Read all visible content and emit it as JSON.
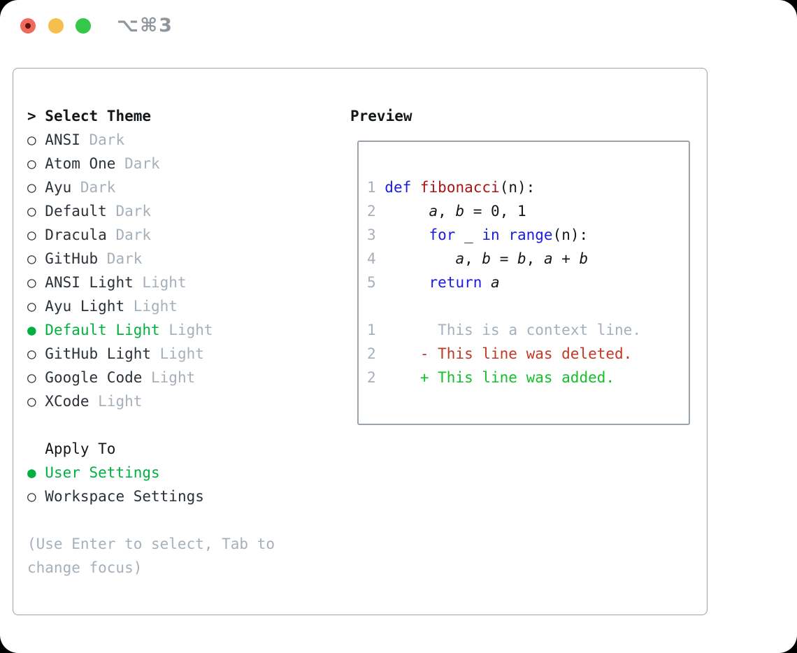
{
  "window": {
    "title": "⌥⌘3"
  },
  "icons": {
    "radio_selected": "●",
    "radio_unselected": "○"
  },
  "colors": {
    "selected_green": "#00b140",
    "added_green": "#13bf2b",
    "deleted_red": "#c23823",
    "keyword_blue": "#1b1be6",
    "function_red": "#a91515",
    "muted_gray": "#a6b0ba",
    "border_gray": "#9aa2ac"
  },
  "theme_list": {
    "heading_prefix": "> ",
    "heading": "Select Theme",
    "items": [
      {
        "name": "ANSI",
        "variant": "Dark",
        "selected": false
      },
      {
        "name": "Atom One",
        "variant": "Dark",
        "selected": false
      },
      {
        "name": "Ayu",
        "variant": "Dark",
        "selected": false
      },
      {
        "name": "Default",
        "variant": "Dark",
        "selected": false
      },
      {
        "name": "Dracula",
        "variant": "Dark",
        "selected": false
      },
      {
        "name": "GitHub",
        "variant": "Dark",
        "selected": false
      },
      {
        "name": "ANSI Light",
        "variant": "Light",
        "selected": false
      },
      {
        "name": "Ayu Light",
        "variant": "Light",
        "selected": false
      },
      {
        "name": "Default Light",
        "variant": "Light",
        "selected": true
      },
      {
        "name": "GitHub Light",
        "variant": "Light",
        "selected": false
      },
      {
        "name": "Google Code",
        "variant": "Light",
        "selected": false
      },
      {
        "name": "XCode",
        "variant": "Light",
        "selected": false
      }
    ]
  },
  "apply_to": {
    "heading": "Apply To",
    "options": [
      {
        "label": "User Settings",
        "selected": true
      },
      {
        "label": "Workspace Settings",
        "selected": false
      }
    ]
  },
  "hint": {
    "lines": [
      "(Use Enter to select, Tab to",
      "change focus)"
    ]
  },
  "preview": {
    "heading": "Preview",
    "lines": [
      {
        "kind": "code-line",
        "tokens": [
          {
            "text": "1 ",
            "style": "lineno"
          },
          {
            "text": "def",
            "style": "keyword"
          },
          {
            "text": " ",
            "style": "plain"
          },
          {
            "text": "fibonacci",
            "style": "function"
          },
          {
            "text": "(n):",
            "style": "plain"
          }
        ]
      },
      {
        "kind": "code-line",
        "tokens": [
          {
            "text": "2",
            "style": "lineno"
          },
          {
            "text": "      ",
            "style": "plain"
          },
          {
            "text": "a",
            "style": "variable"
          },
          {
            "text": ", ",
            "style": "plain"
          },
          {
            "text": "b",
            "style": "variable"
          },
          {
            "text": " = 0, 1",
            "style": "plain"
          }
        ]
      },
      {
        "kind": "code-line",
        "tokens": [
          {
            "text": "3",
            "style": "lineno"
          },
          {
            "text": "      ",
            "style": "plain"
          },
          {
            "text": "for",
            "style": "keyword"
          },
          {
            "text": " _ ",
            "style": "plain"
          },
          {
            "text": "in",
            "style": "keyword"
          },
          {
            "text": " ",
            "style": "plain"
          },
          {
            "text": "range",
            "style": "keyword"
          },
          {
            "text": "(n):",
            "style": "plain"
          }
        ]
      },
      {
        "kind": "code-line",
        "tokens": [
          {
            "text": "4",
            "style": "lineno"
          },
          {
            "text": "         ",
            "style": "plain"
          },
          {
            "text": "a",
            "style": "variable"
          },
          {
            "text": ", ",
            "style": "plain"
          },
          {
            "text": "b",
            "style": "variable"
          },
          {
            "text": " = ",
            "style": "plain"
          },
          {
            "text": "b",
            "style": "variable"
          },
          {
            "text": ", ",
            "style": "plain"
          },
          {
            "text": "a",
            "style": "variable"
          },
          {
            "text": " + ",
            "style": "plain"
          },
          {
            "text": "b",
            "style": "variable"
          }
        ]
      },
      {
        "kind": "code-line",
        "tokens": [
          {
            "text": "5",
            "style": "lineno"
          },
          {
            "text": "      ",
            "style": "plain"
          },
          {
            "text": "return",
            "style": "keyword"
          },
          {
            "text": " ",
            "style": "plain"
          },
          {
            "text": "a",
            "style": "variable"
          }
        ]
      },
      {
        "kind": "blank-line",
        "tokens": []
      },
      {
        "kind": "context-line",
        "tokens": [
          {
            "text": "1",
            "style": "lineno"
          },
          {
            "text": "       ",
            "style": "plain"
          },
          {
            "text": "This is a context line.",
            "style": "context"
          }
        ]
      },
      {
        "kind": "deleted-line",
        "tokens": [
          {
            "text": "2",
            "style": "lineno"
          },
          {
            "text": "     ",
            "style": "plain"
          },
          {
            "text": "- This line was deleted.",
            "style": "deleted"
          }
        ]
      },
      {
        "kind": "added-line",
        "tokens": [
          {
            "text": "2",
            "style": "lineno"
          },
          {
            "text": "     ",
            "style": "plain"
          },
          {
            "text": "+ This line was added.",
            "style": "added"
          }
        ]
      }
    ]
  }
}
